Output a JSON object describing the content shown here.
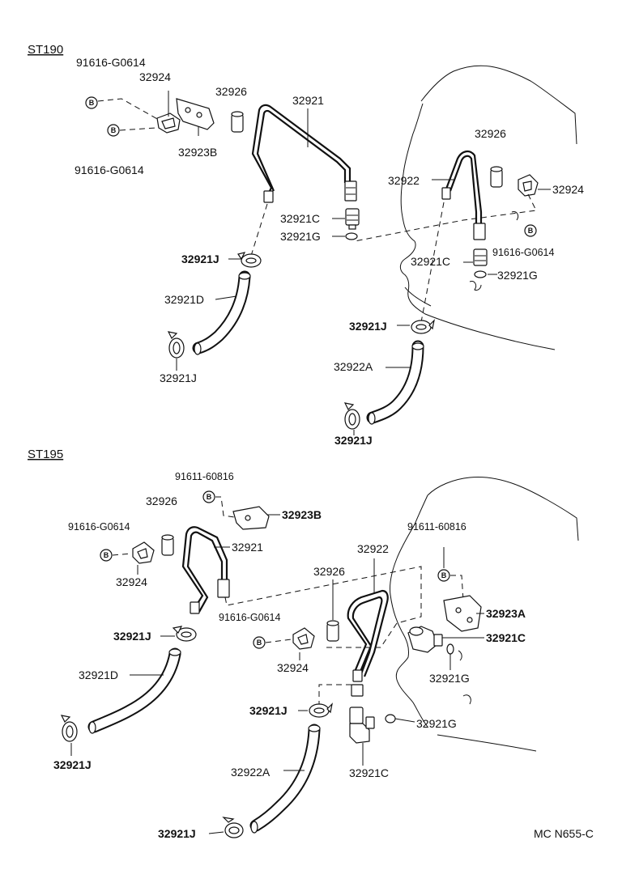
{
  "sections": {
    "st190": "ST190",
    "st195": "ST195"
  },
  "parts_st190": {
    "bolt_top": "91616-G0614",
    "clamp_left": "32924",
    "bracket_b": "32923B",
    "bolt_left": "91616-G0614",
    "insulator_left": "32926",
    "pipe_left": "32921",
    "union_left": "32921C",
    "gasket_left": "32921G",
    "clip_upper_left": "32921J",
    "hose_left": "32921D",
    "clip_lower_left": "32921J",
    "insulator_right": "32926",
    "pipe_right": "32922",
    "clamp_right": "32924",
    "bolt_right": "91616-G0614",
    "union_right": "32921C",
    "gasket_right": "32921G",
    "clip_upper_right": "32921J",
    "hose_right": "32922A",
    "clip_lower_right": "32921J"
  },
  "parts_st195": {
    "bolt_top": "91611-60816",
    "insulator_left": "32926",
    "bracket_b": "32923B",
    "bolt_left": "91616-G0614",
    "pipe_left": "32921",
    "clamp_left": "32924",
    "clip_upper_left": "32921J",
    "hose_left": "32921D",
    "clip_lower_left": "32921J",
    "pipe_right": "32922",
    "insulator_mid": "32926",
    "bolt_mid": "91616-G0614",
    "clamp_mid": "32924",
    "bolt_right": "91611-60816",
    "bracket_a": "32923A",
    "union_upper": "32921C",
    "gasket_upper": "32921G",
    "clip_upper_right": "32921J",
    "gasket_lower": "32921G",
    "hose_right": "32922A",
    "union_lower": "32921C",
    "clip_lower_right": "32921J"
  },
  "bolt_marker": "B",
  "catalog_code": "MC N655-C"
}
